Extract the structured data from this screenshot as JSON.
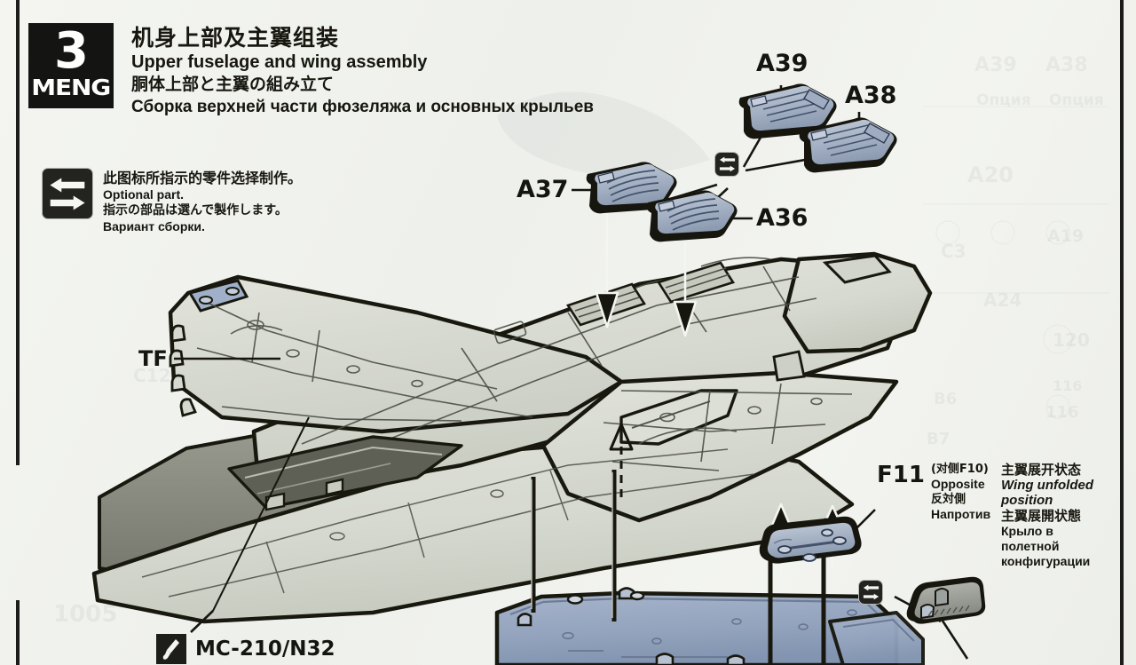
{
  "header": {
    "step_number": "3",
    "brand": "MENG",
    "title_cn": "机身上部及主翼组装",
    "title_en": "Upper fuselage and wing assembly",
    "title_jp": "胴体上部と主翼の組み立て",
    "title_ru": "Сборка верхней части фюзеляжа и основных крыльев"
  },
  "legend": {
    "icon_name": "optional-part-icon",
    "line_cn": "此图标所指示的零件选择制作。",
    "line_en": "Optional part.",
    "line_jp": "指示の部品は選んで製作します。",
    "line_ru": "Вариант сборки."
  },
  "parts": {
    "a39": "A39",
    "a38": "A38",
    "a37": "A37",
    "a36": "A36",
    "tf": "TF",
    "f11": "F11"
  },
  "f11_note": {
    "opposite_cn_paren": "(对侧F10)",
    "opposite_en": "Opposite",
    "opposite_jp": "反対側",
    "opposite_ru": "Напротив"
  },
  "wing_note": {
    "cn": "主翼展开状态",
    "en_line1": "Wing unfolded",
    "en_line2": "position",
    "jp": "主翼展開状態",
    "ru_line1": "Крыло в",
    "ru_line2": "полетной",
    "ru_line3": "конфигурации"
  },
  "paint": {
    "icon_name": "paint-brush-icon",
    "code": "MC-210/N32"
  },
  "colors": {
    "page_background": "#f2f3ef",
    "ink": "#1c1c1a",
    "fuselage_fill": "#d9dbd2",
    "fuselage_shadow": "#c2c5ba",
    "part_grey_blue": "#aeb8c6",
    "part_blue": "#8e9fba",
    "lower_wing_blue": "#94a4bd",
    "badge_black": "#141412"
  }
}
